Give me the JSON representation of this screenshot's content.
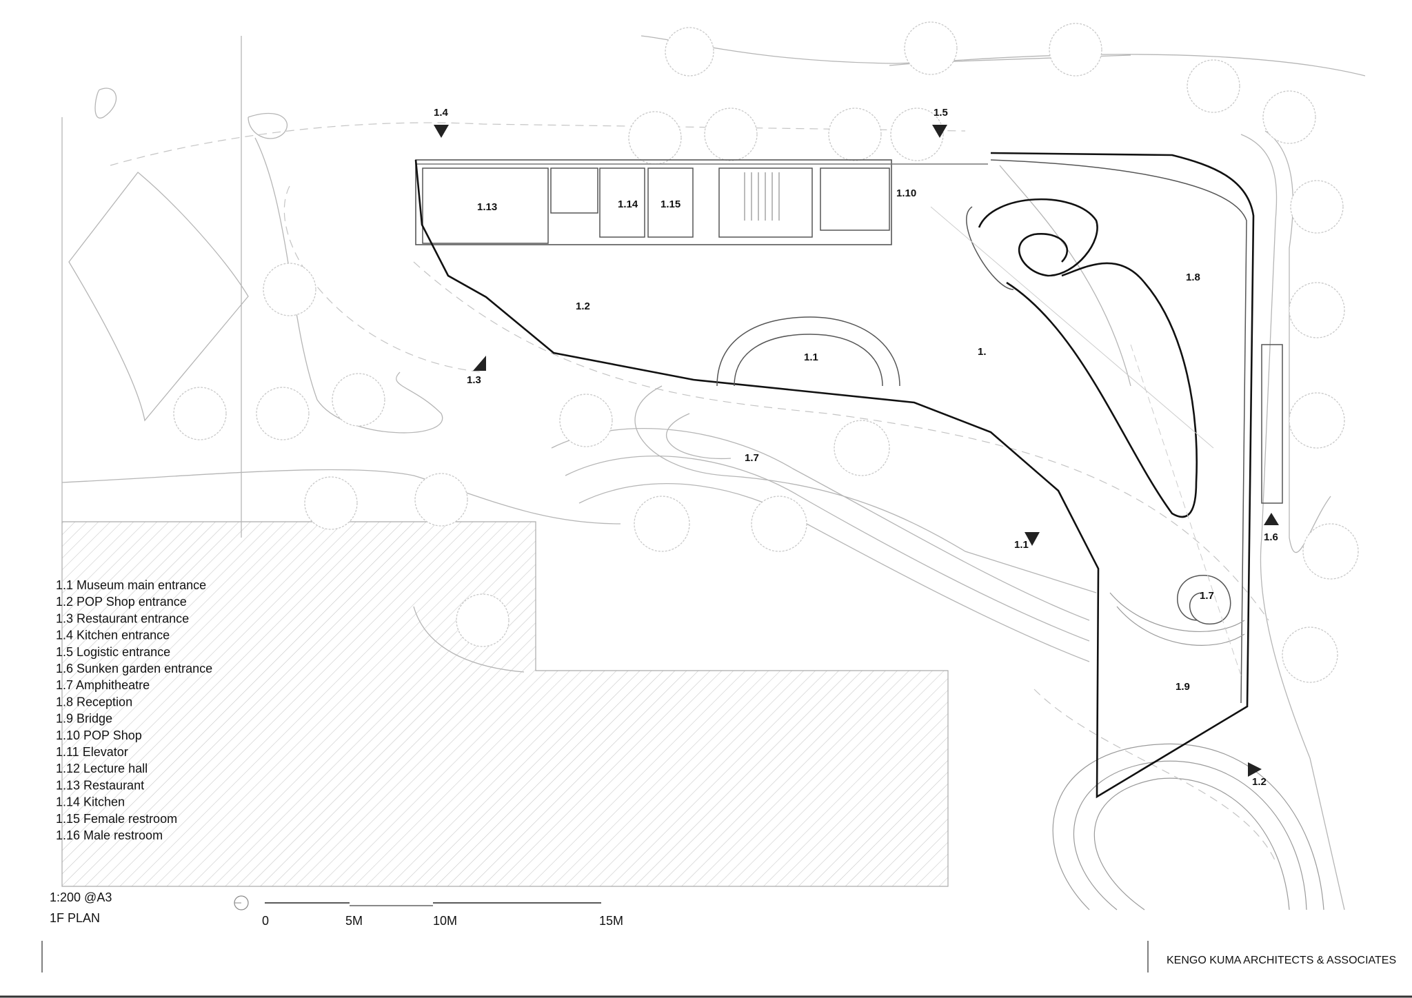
{
  "drawing": {
    "scale_note": "1:200 @A3",
    "title": "1F PLAN",
    "firm": "KENGO KUMA ARCHITECTS & ASSOCIATES",
    "scale_bar": {
      "ticks": [
        "0",
        "5M",
        "10M",
        "15M"
      ]
    }
  },
  "legend": [
    "1.1 Museum main entrance",
    "1.2 POP Shop entrance",
    "1.3 Restaurant entrance",
    "1.4 Kitchen entrance",
    "1.5 Logistic entrance",
    "1.6 Sunken garden entrance",
    "1.7 Amphitheatre",
    "1.8 Reception",
    "1.9 Bridge",
    "1.10 POP Shop",
    "1.11 Elevator",
    "1.12 Lecture hall",
    "1.13 Restaurant",
    "1.14 Kitchen",
    "1.15 Female restroom",
    "1.16 Male restroom"
  ],
  "rooms": {
    "r113": "1.13",
    "r114": "1.14",
    "r115": "1.15",
    "r110": "1.10",
    "r18": "1.8",
    "r12": "1.2",
    "r11": "1.1",
    "r1": "1.",
    "r17a": "1.7",
    "r17b": "1.7",
    "r19": "1.9"
  },
  "entrances": {
    "e14": "1.4",
    "e15": "1.5",
    "e13": "1.3",
    "e11": "1.1",
    "e16": "1.6",
    "e12": "1.2"
  }
}
